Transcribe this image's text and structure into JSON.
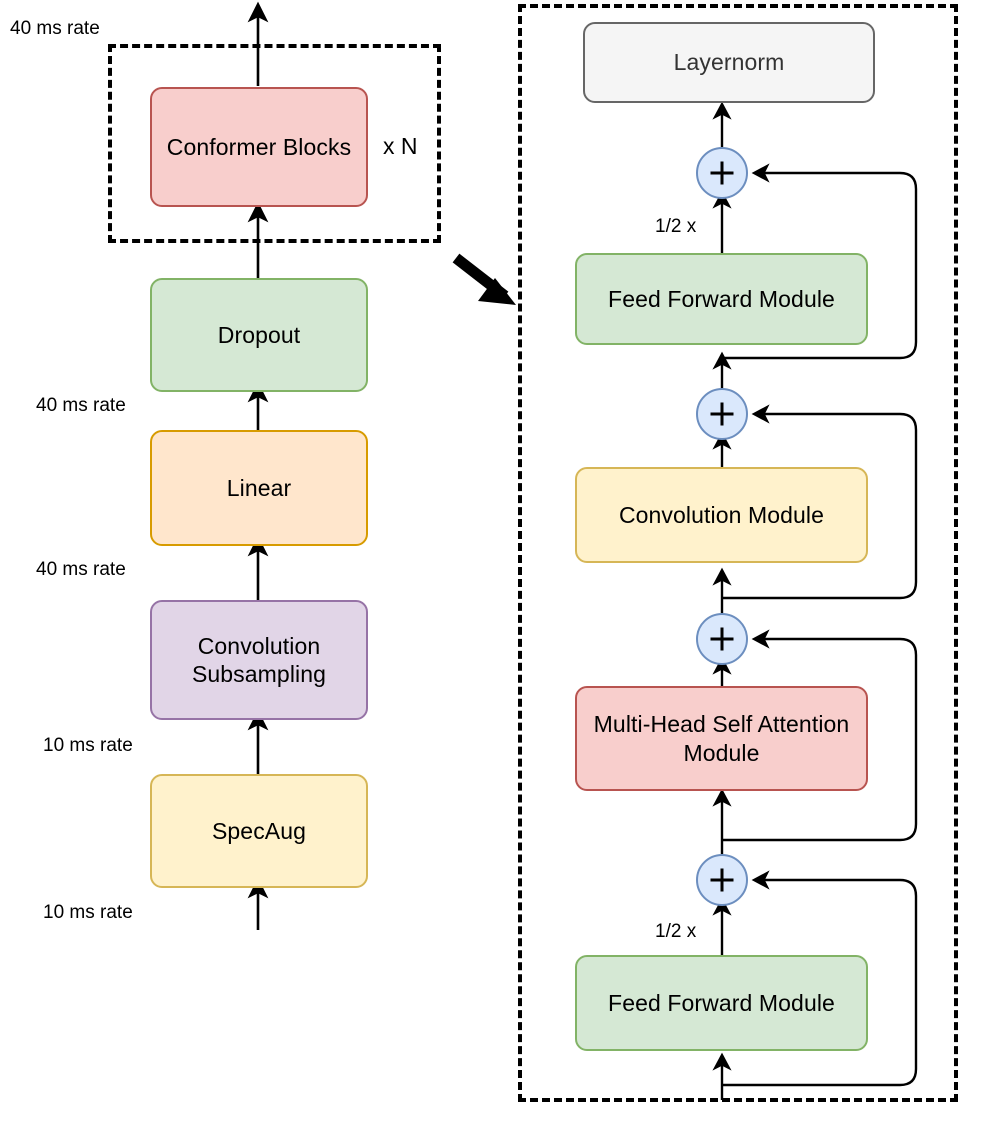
{
  "diagram": {
    "title": "Conformer encoder architecture",
    "left_pipeline": {
      "group_label": "x N",
      "nodes": [
        {
          "id": "conformer-blocks",
          "label": "Conformer Blocks",
          "color": "#f8cecc",
          "border": "#b85450"
        },
        {
          "id": "dropout",
          "label": "Dropout",
          "color": "#d5e8d4",
          "border": "#82b366"
        },
        {
          "id": "linear",
          "label": "Linear",
          "color": "#ffe6cc",
          "border": "#d79b00"
        },
        {
          "id": "convolution-subsampling",
          "label": "Convolution\nSubsampling",
          "color": "#e1d5e7",
          "border": "#9673a6"
        },
        {
          "id": "specaug",
          "label": "SpecAug",
          "color": "#fff2cc",
          "border": "#d6b656"
        }
      ],
      "node_labels": {
        "convolution_subsampling_line1": "Convolution",
        "convolution_subsampling_line2": "Subsampling"
      },
      "rate_labels": [
        {
          "id": "rate-output",
          "text": "40 ms rate"
        },
        {
          "id": "rate-after-linear",
          "text": "40 ms rate"
        },
        {
          "id": "rate-after-subsamp",
          "text": "40 ms rate"
        },
        {
          "id": "rate-after-specaug",
          "text": "10 ms rate"
        },
        {
          "id": "rate-input",
          "text": "10 ms rate"
        }
      ]
    },
    "right_block": {
      "nodes": [
        {
          "id": "layernorm",
          "label": "Layernorm",
          "color": "#f5f5f5",
          "border": "#666666"
        },
        {
          "id": "feed-forward-top",
          "label": "Feed Forward Module",
          "color": "#d5e8d4",
          "border": "#82b366"
        },
        {
          "id": "convolution-module",
          "label": "Convolution Module",
          "color": "#fff2cc",
          "border": "#d6b656"
        },
        {
          "id": "mhsa-module",
          "label": "Multi-Head Self Attention\nModule",
          "color": "#f8cecc",
          "border": "#b85450"
        },
        {
          "id": "feed-forward-bottom",
          "label": "Feed Forward Module",
          "color": "#d5e8d4",
          "border": "#82b366"
        }
      ],
      "node_labels": {
        "mhsa_line1": "Multi-Head Self Attention",
        "mhsa_line2": "Module"
      },
      "scale_labels": [
        {
          "id": "half-scale-top",
          "text": "1/2 x"
        },
        {
          "id": "half-scale-bottom",
          "text": "1/2 x"
        }
      ],
      "adders": [
        {
          "id": "adder-ff-top",
          "symbol": "+"
        },
        {
          "id": "adder-conv",
          "symbol": "+"
        },
        {
          "id": "adder-mhsa",
          "symbol": "+"
        },
        {
          "id": "adder-ff-bottom",
          "symbol": "+"
        }
      ]
    },
    "colors": {
      "pink": "#f8cecc",
      "green": "#d5e8d4",
      "orange": "#ffe6cc",
      "purple": "#e1d5e7",
      "yellow": "#fff2cc",
      "gray": "#f5f5f5",
      "adder_fill": "#dae8fc",
      "adder_border": "#6c8ebf",
      "stroke": "#000000"
    }
  }
}
